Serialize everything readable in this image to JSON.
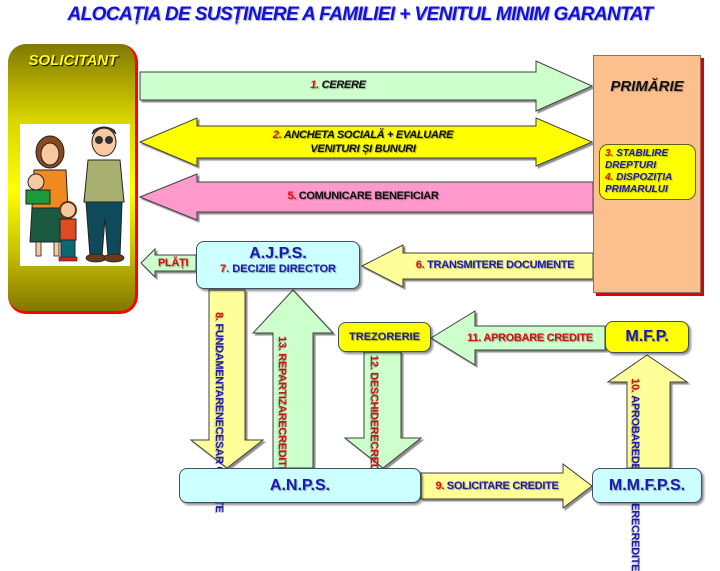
{
  "title": "ALOCAȚIA DE SUSȚINERE A FAMILIEI + VENITUL MINIM GARANTAT",
  "colors": {
    "title": "#1010e0",
    "step_number": "#e01010",
    "solicitant_fill": "#d8d400",
    "primarie_fill": "#fcc08f",
    "arrow_green": "#ccffcc",
    "arrow_yellow": "#ffff00",
    "arrow_pink": "#ff99cc",
    "arrow_pale_yellow": "#ffff99",
    "box_cyan": "#ccffff"
  },
  "nodes": {
    "solicitant": {
      "label": "SOLICITANT",
      "image": "family-illustration"
    },
    "primarie": {
      "label": "PRIMĂRIE",
      "inner": {
        "step3_num": "3.",
        "step3_text": "STABILIRE DREPTURI",
        "step4_num": "4.",
        "step4_text": "DISPOZIȚIA PRIMARULUI"
      }
    },
    "ajps": {
      "label": "A.J.P.S.",
      "step_num": "7.",
      "step_text": "DECIZIE DIRECTOR"
    },
    "anps": {
      "label": "A.N.P.S."
    },
    "mmfps": {
      "label": "M.M.F.P.S."
    },
    "trezorerie": {
      "label": "TREZORERIE"
    },
    "mfp": {
      "label": "M.F.P."
    }
  },
  "arrows": {
    "a1": {
      "num": "1.",
      "text": "CERERE",
      "from": "SOLICITANT",
      "to": "PRIMĂRIE"
    },
    "a2": {
      "num": "2.",
      "text_line1": "ANCHETA SOCIALĂ + EVALUARE",
      "text_line2": "VENITURI ȘI BUNURI",
      "direction": "bidirectional"
    },
    "a5": {
      "num": "5.",
      "text": "COMUNICARE BENEFICIAR",
      "from": "PRIMĂRIE",
      "to": "SOLICITANT"
    },
    "a6": {
      "num": "6.",
      "text": "TRANSMITERE DOCUMENTE",
      "from": "PRIMĂRIE",
      "to": "A.J.P.S."
    },
    "plati": {
      "text": "PLĂȚI",
      "from": "A.J.P.S.",
      "to": "SOLICITANT"
    },
    "a8": {
      "num": "8.",
      "text_line1": "FUNDAMENTARE",
      "text_line2": "NECESAR CREDITE",
      "from": "A.J.P.S.",
      "to": "A.N.P.S."
    },
    "a9": {
      "num": "9.",
      "text": "SOLICITARE CREDITE",
      "from": "A.N.P.S.",
      "to": "M.M.F.P.S."
    },
    "a10": {
      "num": "10.",
      "text_line1": "APROBARE",
      "text_line2": "DESCHIDERE",
      "text_line3": "CREDITE",
      "from": "M.M.F.P.S.",
      "to": "M.F.P."
    },
    "a11": {
      "num": "11.",
      "text": "APROBARE CREDITE",
      "from": "M.F.P.",
      "to": "TREZORERIE"
    },
    "a12": {
      "num": "12.",
      "text_line1": "DESCHIDERE",
      "text_line2": "CREDITE",
      "from": "TREZORERIE",
      "to": "A.N.P.S."
    },
    "a13": {
      "num": "13.",
      "text_line1": "REPARTIZARE",
      "text_line2": "CREDITE",
      "from": "A.N.P.S.",
      "to": "A.J.P.S."
    }
  }
}
